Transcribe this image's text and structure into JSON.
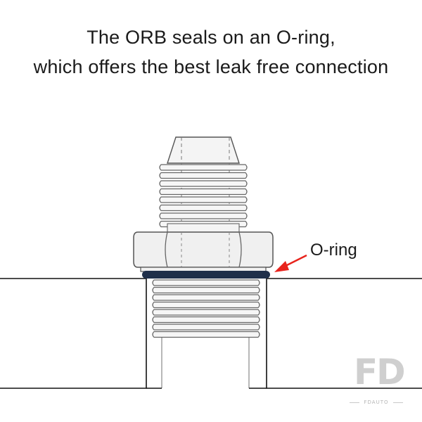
{
  "caption": {
    "line1": "The ORB seals on an O-ring,",
    "line2": "which offers the best leak free connection"
  },
  "callout": {
    "label": "O-ring",
    "arrow_color": "#e8231c"
  },
  "colors": {
    "oring": "#1f2f4a",
    "outline": "#555555",
    "nut_fill": "#f0f0f0",
    "port_outline": "#111111"
  },
  "watermark": {
    "letters": "FD",
    "text": "FDAUTO"
  }
}
